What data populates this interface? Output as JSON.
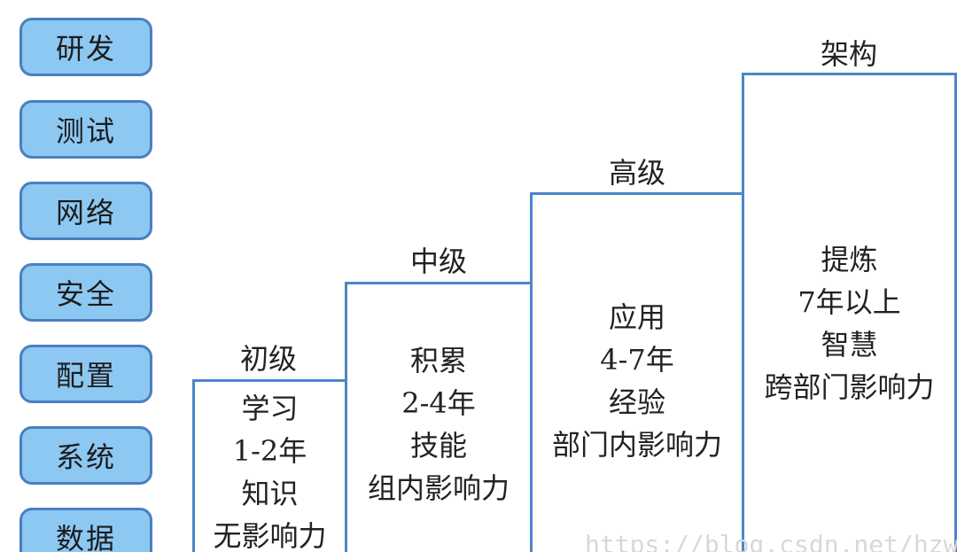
{
  "categories": [
    "研发",
    "测试",
    "网络",
    "安全",
    "配置",
    "系统",
    "数据"
  ],
  "levels": [
    {
      "title": "初级",
      "lines": [
        "学习",
        "1-2年",
        "知识",
        "无影响力"
      ]
    },
    {
      "title": "中级",
      "lines": [
        "积累",
        "2-4年",
        "技能",
        "组内影响力"
      ]
    },
    {
      "title": "高级",
      "lines": [
        "应用",
        "4-7年",
        "经验",
        "部门内影响力"
      ]
    },
    {
      "title": "架构",
      "lines": [
        "提炼",
        "7年以上",
        "智慧",
        "跨部门影响力"
      ]
    }
  ],
  "watermark": "https://blog.csdn.net/hzwi..",
  "colors": {
    "pill_fill": "#8cc8f2",
    "pill_border": "#4a7fc0",
    "box_border": "#4a86c8"
  }
}
